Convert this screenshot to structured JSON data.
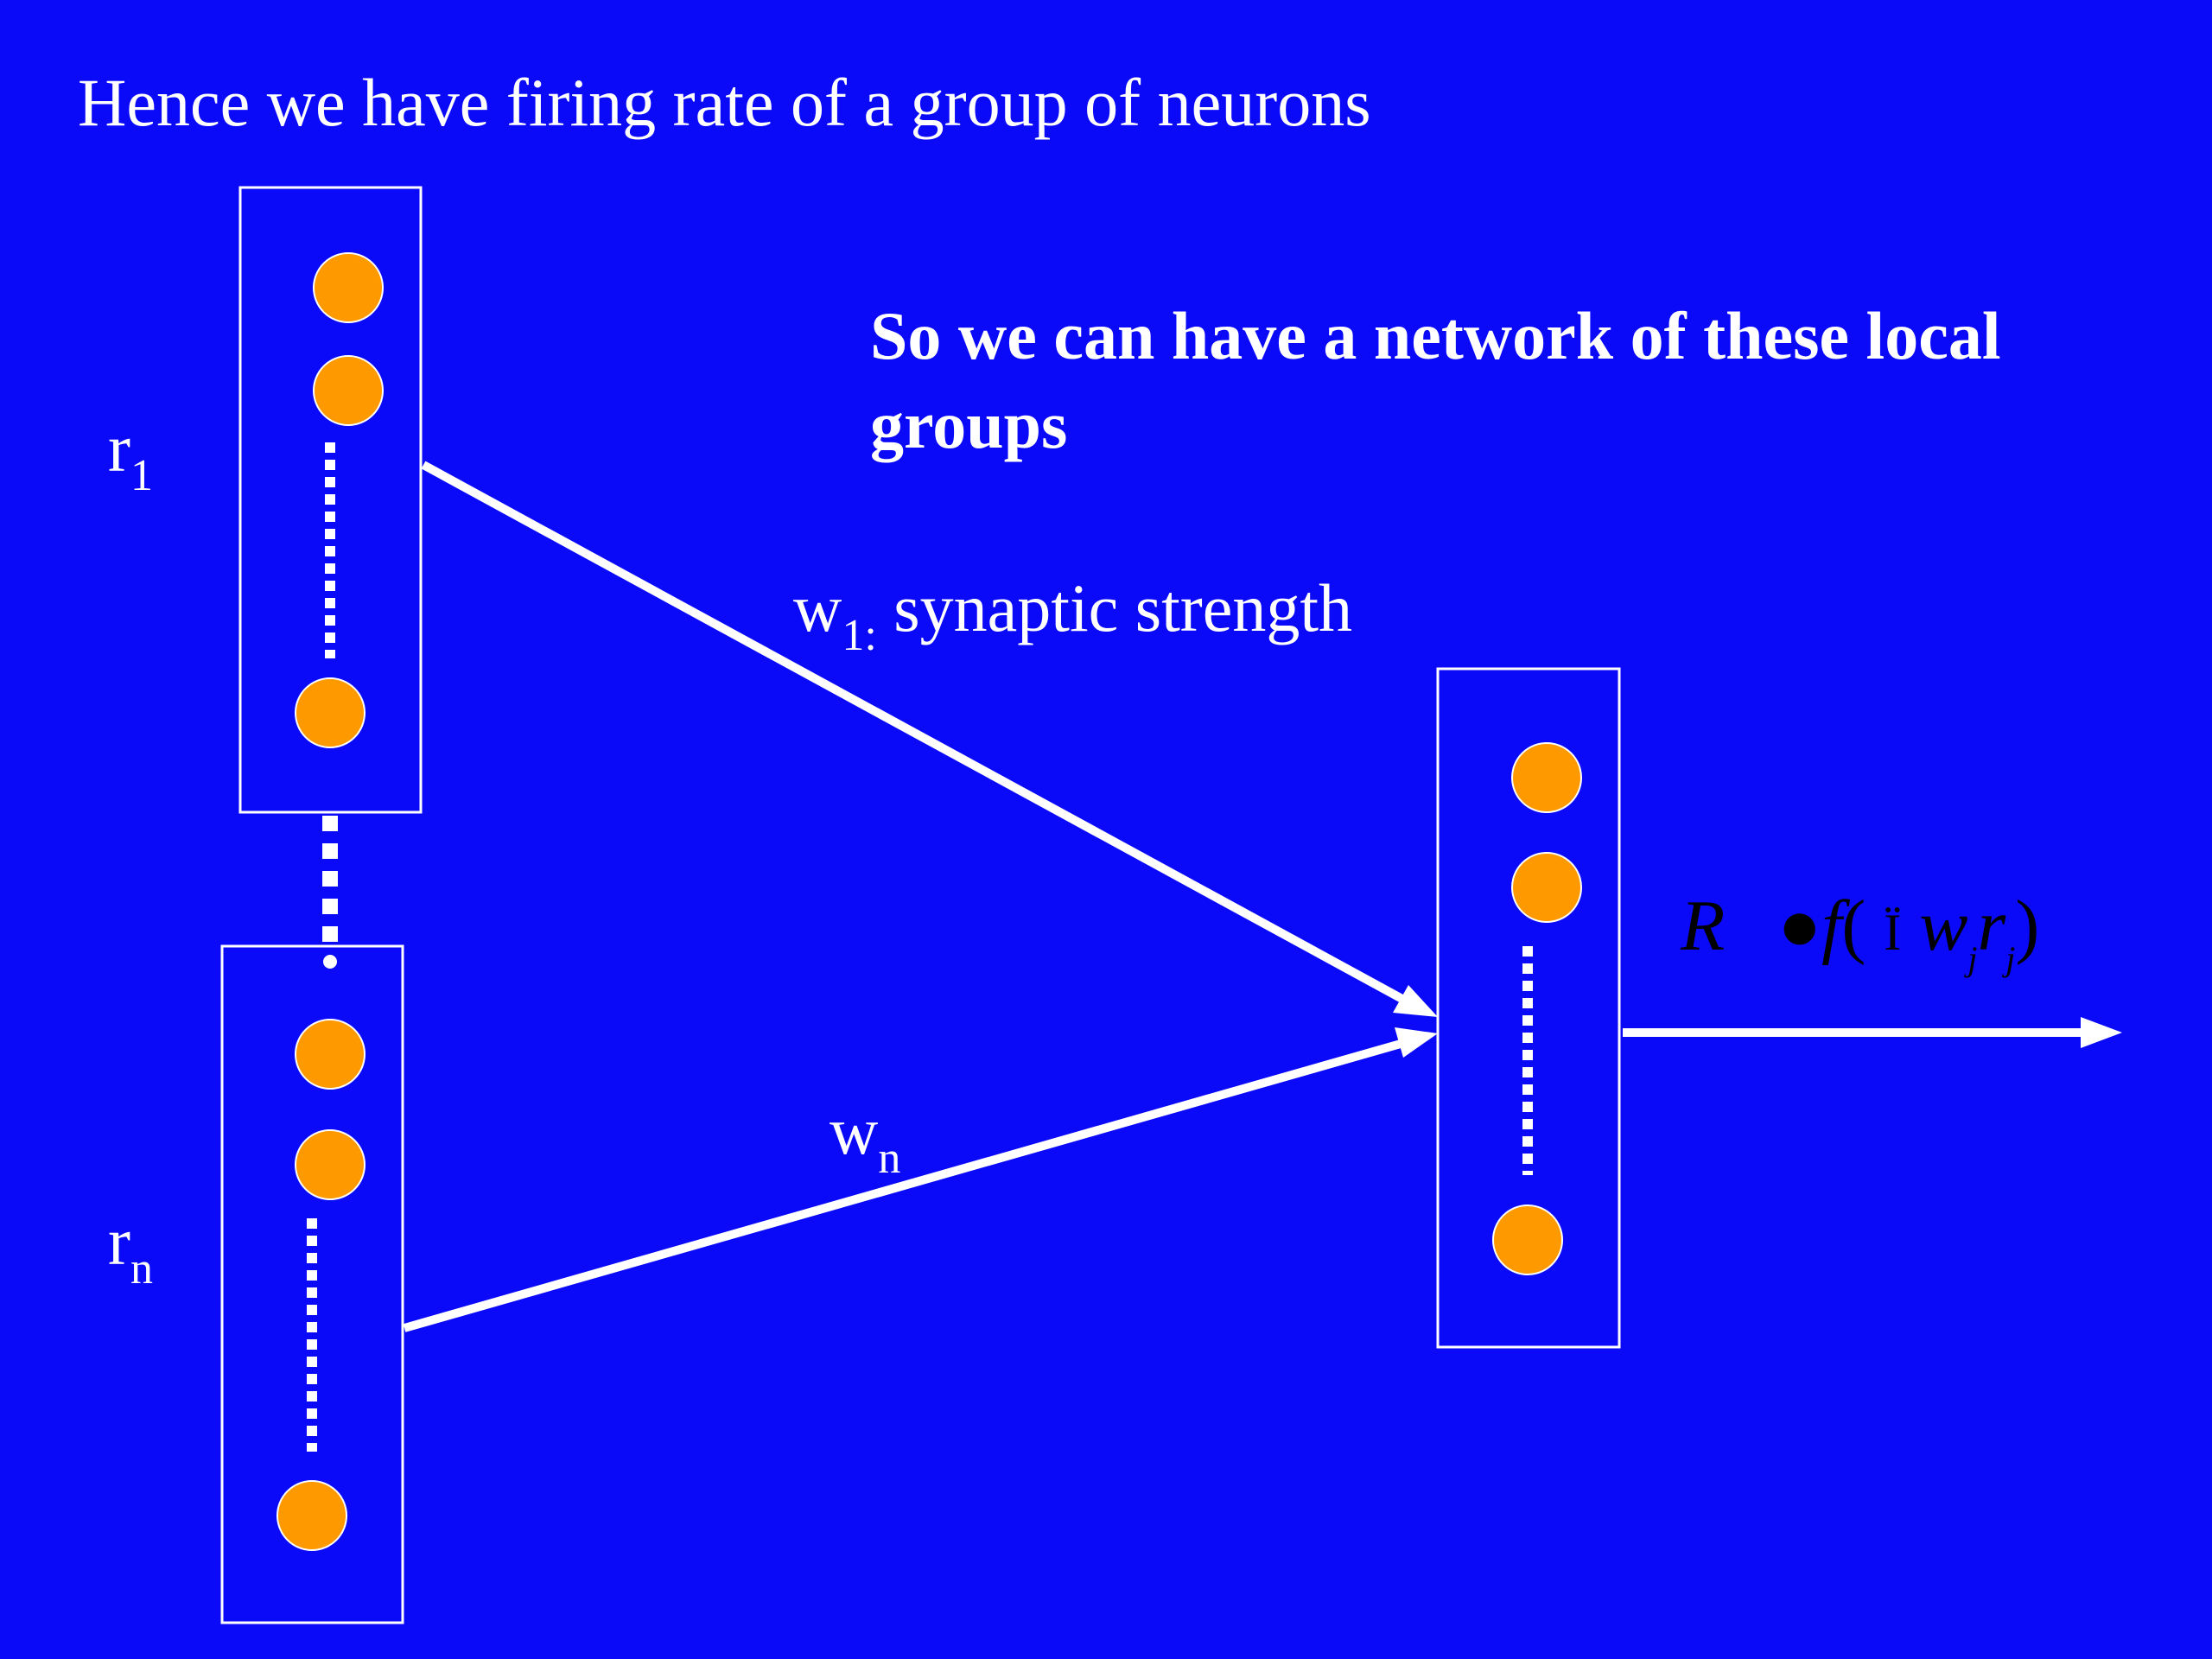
{
  "title": "Hence we have firing rate of a group of neurons",
  "subtitle": "So we can have a network of these local groups",
  "labels": {
    "r1_main": "r",
    "r1_sub": "1",
    "rn_main": "r",
    "rn_sub": "n",
    "w1_main": "w",
    "w1_sub": "1:",
    "w1_text": " synaptic strength",
    "wn_main": "w",
    "wn_sub": "n"
  },
  "formula": {
    "R": "R",
    "bullet": "●",
    "f": "f",
    "open": "(",
    "sigma": "Ϊ",
    "w": "w",
    "j1": "j",
    "r": "r",
    "j2": "j",
    "close": ")"
  },
  "colors": {
    "background": "#0A0AF8",
    "neuron": "#FF9900",
    "line": "#FFFFFF",
    "formula": "#000000"
  }
}
